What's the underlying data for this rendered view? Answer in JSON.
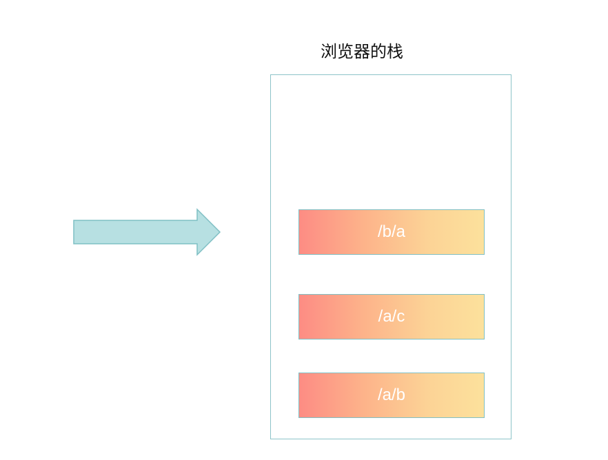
{
  "diagram": {
    "title": "浏览器的栈",
    "stack_items": [
      {
        "label": "/b/a"
      },
      {
        "label": "/a/c"
      },
      {
        "label": "/a/b"
      }
    ],
    "colors": {
      "arrow_fill": "#b7e0e2",
      "arrow_stroke": "#7fbfc4",
      "box_border": "#8cc3c8",
      "gradient_start": "#fd8c84",
      "gradient_end": "#fce19c",
      "item_text": "#ffffff"
    }
  }
}
